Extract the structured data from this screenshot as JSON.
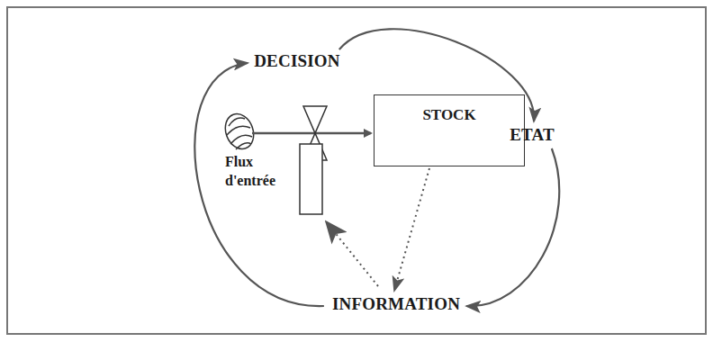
{
  "diagram": {
    "nodes": [
      {
        "text": [
          "DECISION"
        ]
      },
      {
        "text": [
          "STOCK"
        ]
      },
      {
        "text": [
          "ETAT"
        ]
      },
      {
        "text": [
          "INFORMATION"
        ]
      }
    ],
    "edges": [
      {
        "from": 0,
        "to": 2,
        "arrow": "to"
      },
      {
        "from": 2,
        "to": 3,
        "arrow": "to"
      },
      {
        "from": 3,
        "to": 0,
        "arrow": "to"
      },
      {
        "from": 1,
        "to": 3,
        "arrow": "to"
      }
    ],
    "labels": [
      "Flux d'entrée"
    ]
  }
}
